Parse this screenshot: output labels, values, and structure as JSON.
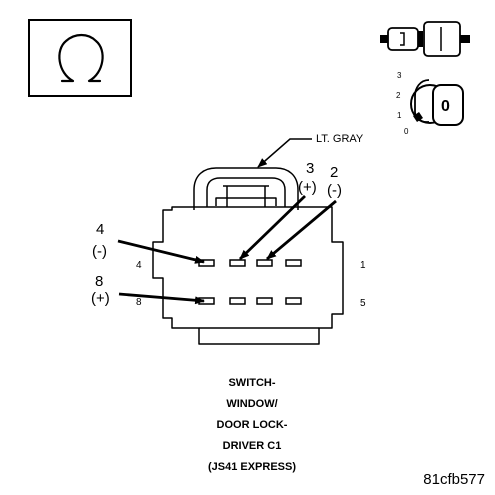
{
  "wire_color_label": "LT. GRAY",
  "callouts": {
    "pin3": {
      "number": "3",
      "polarity": "(+)"
    },
    "pin2": {
      "number": "2",
      "polarity": "(-)"
    },
    "pin4": {
      "number": "4",
      "polarity": "(-)"
    },
    "pin8": {
      "number": "8",
      "polarity": "(+)"
    }
  },
  "connector_pin_labels": {
    "top_left": "4",
    "bottom_left": "8",
    "top_right": "1",
    "bottom_right": "5"
  },
  "key_icon": {
    "positions": [
      "3",
      "2",
      "1",
      "0"
    ],
    "key_label": "0"
  },
  "caption_lines": [
    "SWITCH-",
    "WINDOW/",
    "DOOR LOCK-",
    "DRIVER C1",
    "(JS41 EXPRESS)"
  ],
  "figure_id": "81cfb577",
  "icons": {
    "ohm_icon": "ohmmeter-symbol-icon",
    "connector_icon": "connector-plug-icon",
    "key_icon": "ignition-key-icon"
  },
  "colors": {
    "line": "#000000",
    "background": "#ffffff"
  }
}
